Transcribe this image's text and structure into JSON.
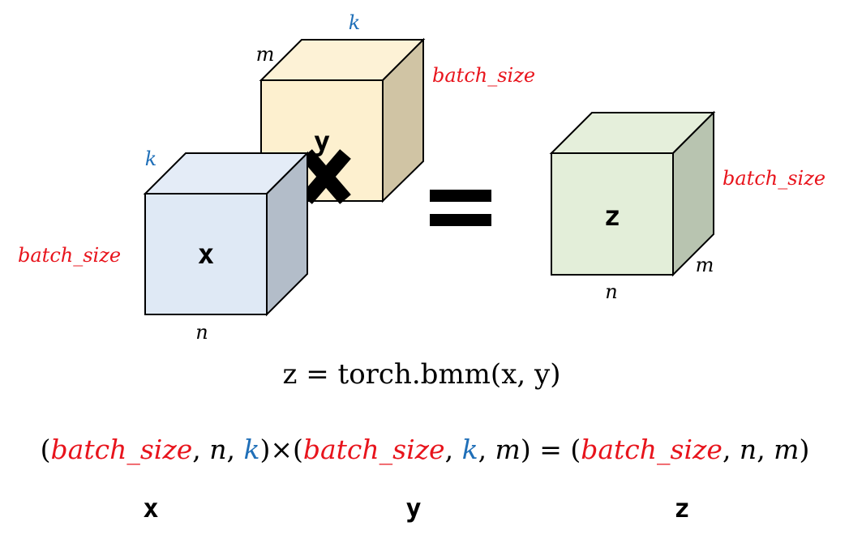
{
  "colors": {
    "red": "#e8141c",
    "blue": "#1f6fb8",
    "black": "#000000",
    "cube_y_front": "#fdf0cf",
    "cube_y_top": "#fdf2d6",
    "cube_y_side": "#d0c4a4",
    "cube_x_front": "#dfe9f5",
    "cube_x_top": "#e4ecf7",
    "cube_x_side": "#b3bdc9",
    "cube_z_front": "#e3eed9",
    "cube_z_top": "#e5efdb",
    "cube_z_side": "#b8c4b0"
  },
  "cubes": {
    "x": {
      "name": "x",
      "front_label": "n",
      "depth_label": "k",
      "height_label": "batch_size"
    },
    "y": {
      "name": "y",
      "front_label": "m",
      "depth_label": "k",
      "height_label": "batch_size"
    },
    "z": {
      "name": "z",
      "front_label": "n",
      "depth_label": "m",
      "height_label": "batch_size"
    }
  },
  "operators": {
    "times": "×",
    "equals": "="
  },
  "code_line": "z = torch.bmm(x, y)",
  "shape_equation": {
    "x_shape": [
      "(",
      "batch_size",
      ", ",
      "n",
      ", ",
      "k",
      ")"
    ],
    "times": "×",
    "y_shape": [
      "(",
      "batch_size",
      ", ",
      "k",
      ", ",
      "m",
      ")"
    ],
    "equals": " = ",
    "z_shape": [
      "(",
      "batch_size",
      ", ",
      "n",
      ", ",
      "m",
      ")"
    ]
  },
  "bottom_names": {
    "x": "x",
    "y": "y",
    "z": "z"
  }
}
